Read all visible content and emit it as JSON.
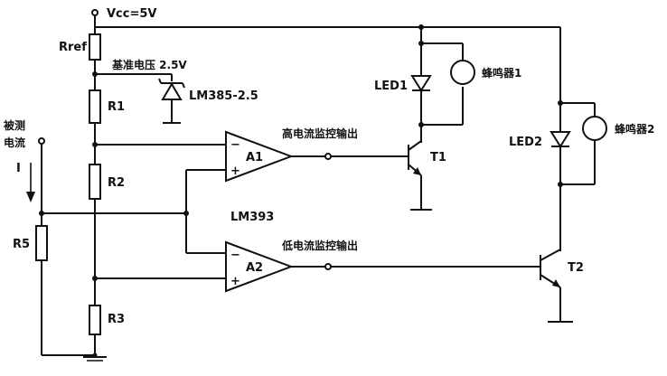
{
  "diagram": {
    "supply_label": "Vcc=5V",
    "rref_label": "Rref",
    "ref_voltage_label": "基准电压 2.5V",
    "zener_label": "LM385-2.5",
    "r1_label": "R1",
    "r2_label": "R2",
    "r3_label": "R3",
    "r5_label": "R5",
    "input_label_top": "被测",
    "input_label_bottom": "电流",
    "current_label": "I",
    "opamp_ic_label": "LM393",
    "a1_label": "A1",
    "a2_label": "A2",
    "a1_minus": "−",
    "a1_plus": "+",
    "a2_minus": "−",
    "a2_plus": "+",
    "high_output_label": "高电流监控输出",
    "low_output_label": "低电流监控输出",
    "led1_label": "LED1",
    "led2_label": "LED2",
    "buzzer1_label": "蜂鸣器1",
    "buzzer2_label": "蜂鸣器2",
    "t1_label": "T1",
    "t2_label": "T2"
  }
}
